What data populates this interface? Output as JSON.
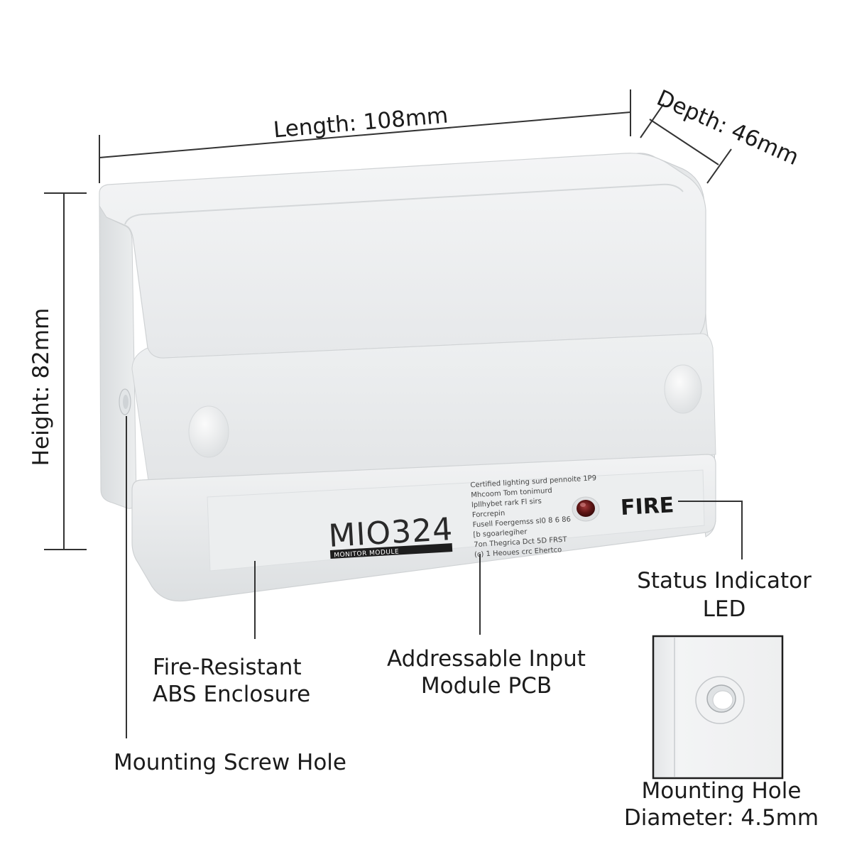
{
  "dimensions": {
    "length": "Length: 108mm",
    "depth": "Depth: 46mm",
    "height": "Height: 82mm"
  },
  "device": {
    "model": "MIO324",
    "strip": "MONITOR MODULE",
    "indicator": "FIRE",
    "fine_print": [
      "Certified lighting surd pennoite 1P9",
      "Mhcoom  Tom tonimurd",
      "lpllhybet rark Fl sirs",
      "Forcrepin",
      "Fusell Foergemss  sl0 8  6 86",
      "[b sgoarlegiher",
      "7on  Thegrica Dct 5D FRST",
      "(c) 1  Heoues  crc Ehertco"
    ]
  },
  "callouts": {
    "status_led": [
      "Status Indicator",
      "LED"
    ],
    "enclosure": [
      "Fire-Resistant",
      "ABS Enclosure"
    ],
    "pcb": [
      "Addressable Input",
      "Module PCB"
    ],
    "screw_hole": "Mounting Screw Hole",
    "mounting_hole": [
      "Mounting Hole",
      "Diameter: 4.5mm"
    ]
  }
}
